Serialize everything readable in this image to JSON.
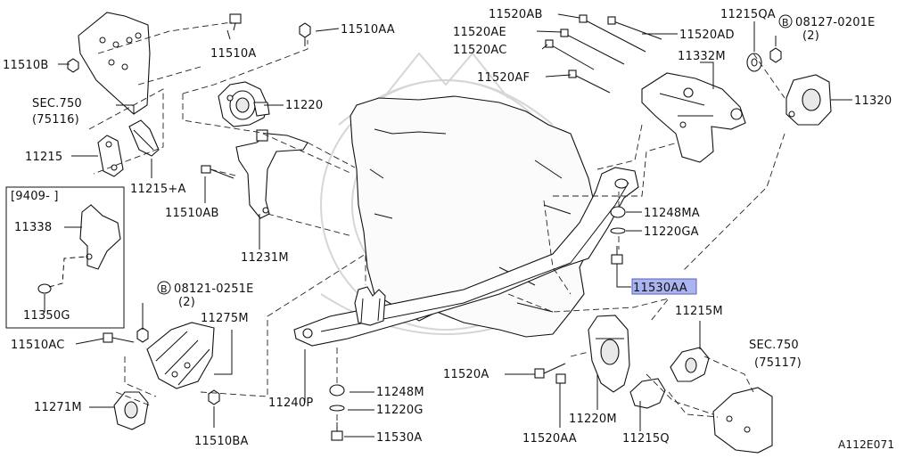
{
  "labels": {
    "l_11510B": "11510B",
    "l_11510A": "11510A",
    "l_11510AA": "11510AA",
    "l_sec750a": "SEC.750",
    "l_sec750a_ref": "(75116)",
    "l_11220": "11220",
    "l_11215": "11215",
    "l_11215pA": "11215+A",
    "l_11510AB": "11510AB",
    "l_9409": "[9409-    ]",
    "l_11338": "11338",
    "l_11350G": "11350G",
    "l_11231M": "11231M",
    "l_b_circle": "B",
    "l_08121": "08121-0251E",
    "l_08121_qty": "(2)",
    "l_11275M": "11275M",
    "l_11510AC": "11510AC",
    "l_11271M": "11271M",
    "l_11510BA": "11510BA",
    "l_11240P": "11240P",
    "l_11248M": "11248M",
    "l_11220G": "11220G",
    "l_11530A": "11530A",
    "l_11520A": "11520A",
    "l_11520AA": "11520AA",
    "l_11220M": "11220M",
    "l_11215Q": "11215Q",
    "l_11215M": "11215M",
    "l_sec750b": "SEC.750",
    "l_sec750b_ref": "(75117)",
    "l_11520AB": "11520AB",
    "l_11520AE": "11520AE",
    "l_11520AC": "11520AC",
    "l_11520AF": "11520AF",
    "l_11520AD": "11520AD",
    "l_11332M": "11332M",
    "l_11215QA": "11215QA",
    "l_08127": "08127-0201E",
    "l_08127_qty": "(2)",
    "l_11320": "11320",
    "l_11248MA": "11248MA",
    "l_11220GA": "11220GA",
    "l_11530AA": "11530AA",
    "l_code": "A112E071"
  },
  "highlight": {
    "part": "11530AA",
    "color": "#aab4ee"
  }
}
